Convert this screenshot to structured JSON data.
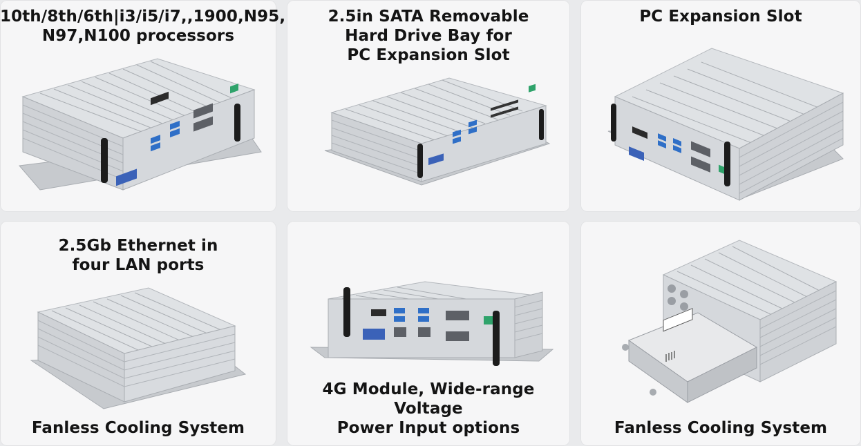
{
  "panels": [
    {
      "caption": "10th/8th/6th|i3/i5/i7,,1900,N95,\nN97,N100 processors",
      "position": "top",
      "view": "front-io"
    },
    {
      "caption": "2.5in SATA Removable\nHard Drive Bay for\n PC Expansion Slot",
      "position": "top",
      "view": "front-io-angled"
    },
    {
      "caption": "PC Expansion Slot",
      "position": "top",
      "view": "front-io-right"
    },
    {
      "caption": "2.5Gb Ethernet in\nfour LAN ports",
      "position": "top",
      "view": "top-fins"
    },
    {
      "caption": "4G Module, Wide-range Voltage\nPower Input options",
      "position": "bottom",
      "view": "front-io-center"
    },
    {
      "caption": "Fanless Cooling System",
      "position": "bottom",
      "view": "drive-bay"
    }
  ],
  "extra_captions": {
    "panel4_bottom": "Fanless Cooling System"
  },
  "colors": {
    "aluminum": "#c9ccd0",
    "aluminum_light": "#e4e6e8",
    "aluminum_dark": "#9a9ea4",
    "usb_blue": "#2f6fc7",
    "vga_blue": "#3b62b8",
    "antenna": "#1c1c1c",
    "terminal_green": "#2fa36b"
  }
}
